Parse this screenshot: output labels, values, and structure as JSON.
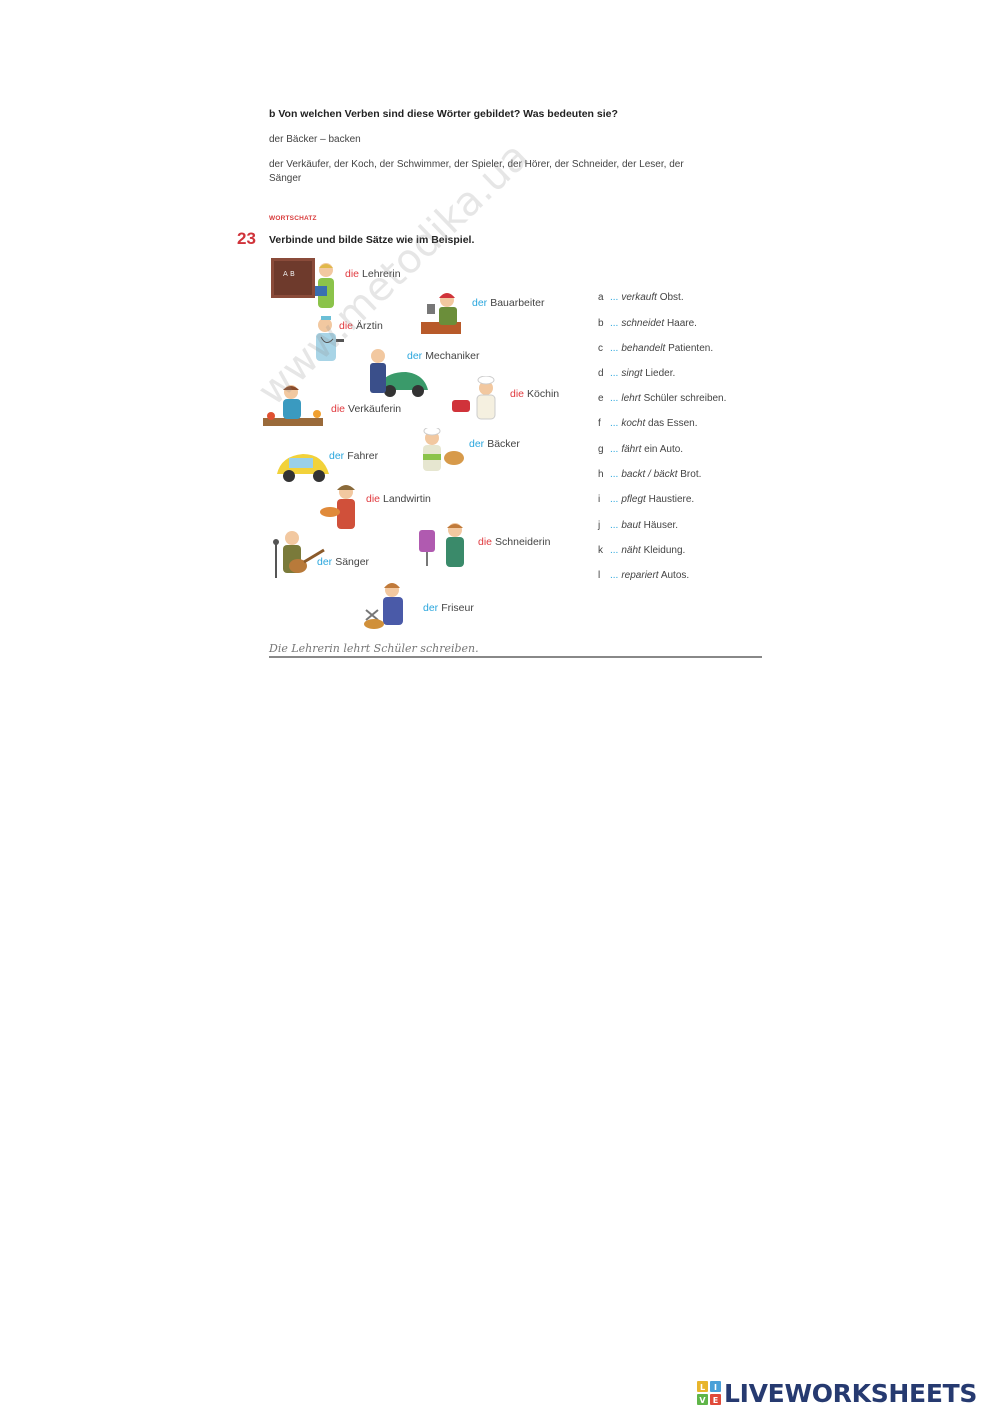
{
  "task_b": {
    "heading": "b Von welchen Verben sind diese Wörter gebildet? Was bedeuten sie?",
    "example": "der Bäcker – backen",
    "list": "der Verkäufer, der Koch, der Schwimmer, der Spieler, der Hörer, der Schneider, der Leser, der Sänger"
  },
  "exercise": {
    "section_label": "WORTSCHATZ",
    "number": "23",
    "heading": "Verbinde und bilde Sätze wie im Beispiel."
  },
  "jobs": [
    {
      "article": "die",
      "noun": "Lehrerin"
    },
    {
      "article": "der",
      "noun": "Bauarbeiter"
    },
    {
      "article": "die",
      "noun": "Ärztin"
    },
    {
      "article": "der",
      "noun": "Mechaniker"
    },
    {
      "article": "die",
      "noun": "Köchin"
    },
    {
      "article": "die",
      "noun": "Verkäuferin"
    },
    {
      "article": "der",
      "noun": "Bäcker"
    },
    {
      "article": "der",
      "noun": "Fahrer"
    },
    {
      "article": "die",
      "noun": "Landwirtin"
    },
    {
      "article": "die",
      "noun": "Schneiderin"
    },
    {
      "article": "der",
      "noun": "Sänger"
    },
    {
      "article": "der",
      "noun": "Friseur"
    }
  ],
  "activities": [
    {
      "letter": "a",
      "dots": "...",
      "verb": "verkauft",
      "rest": "Obst."
    },
    {
      "letter": "b",
      "dots": "...",
      "verb": "schneidet",
      "rest": "Haare."
    },
    {
      "letter": "c",
      "dots": "...",
      "verb": "behandelt",
      "rest": "Patienten."
    },
    {
      "letter": "d",
      "dots": "...",
      "verb": "singt",
      "rest": "Lieder."
    },
    {
      "letter": "e",
      "dots": "...",
      "verb": "lehrt",
      "rest": "Schüler schreiben."
    },
    {
      "letter": "f",
      "dots": "...",
      "verb": "kocht",
      "rest": "das Essen."
    },
    {
      "letter": "g",
      "dots": "...",
      "verb": "fährt",
      "rest": "ein Auto."
    },
    {
      "letter": "h",
      "dots": "...",
      "verb": "backt / bäckt",
      "rest": "Brot."
    },
    {
      "letter": "i",
      "dots": "...",
      "verb": "pflegt",
      "rest": "Haustiere."
    },
    {
      "letter": "j",
      "dots": "...",
      "verb": "baut",
      "rest": "Häuser."
    },
    {
      "letter": "k",
      "dots": "...",
      "verb": "näht",
      "rest": "Kleidung."
    },
    {
      "letter": "l",
      "dots": "...",
      "verb": "repariert",
      "rest": "Autos."
    }
  ],
  "example_sentence": "Die Lehrerin lehrt Schüler schreiben.",
  "watermark": "www.metodika.ua",
  "brand": {
    "name": "LIVEWORKSHEETS",
    "color": "#263a70"
  }
}
